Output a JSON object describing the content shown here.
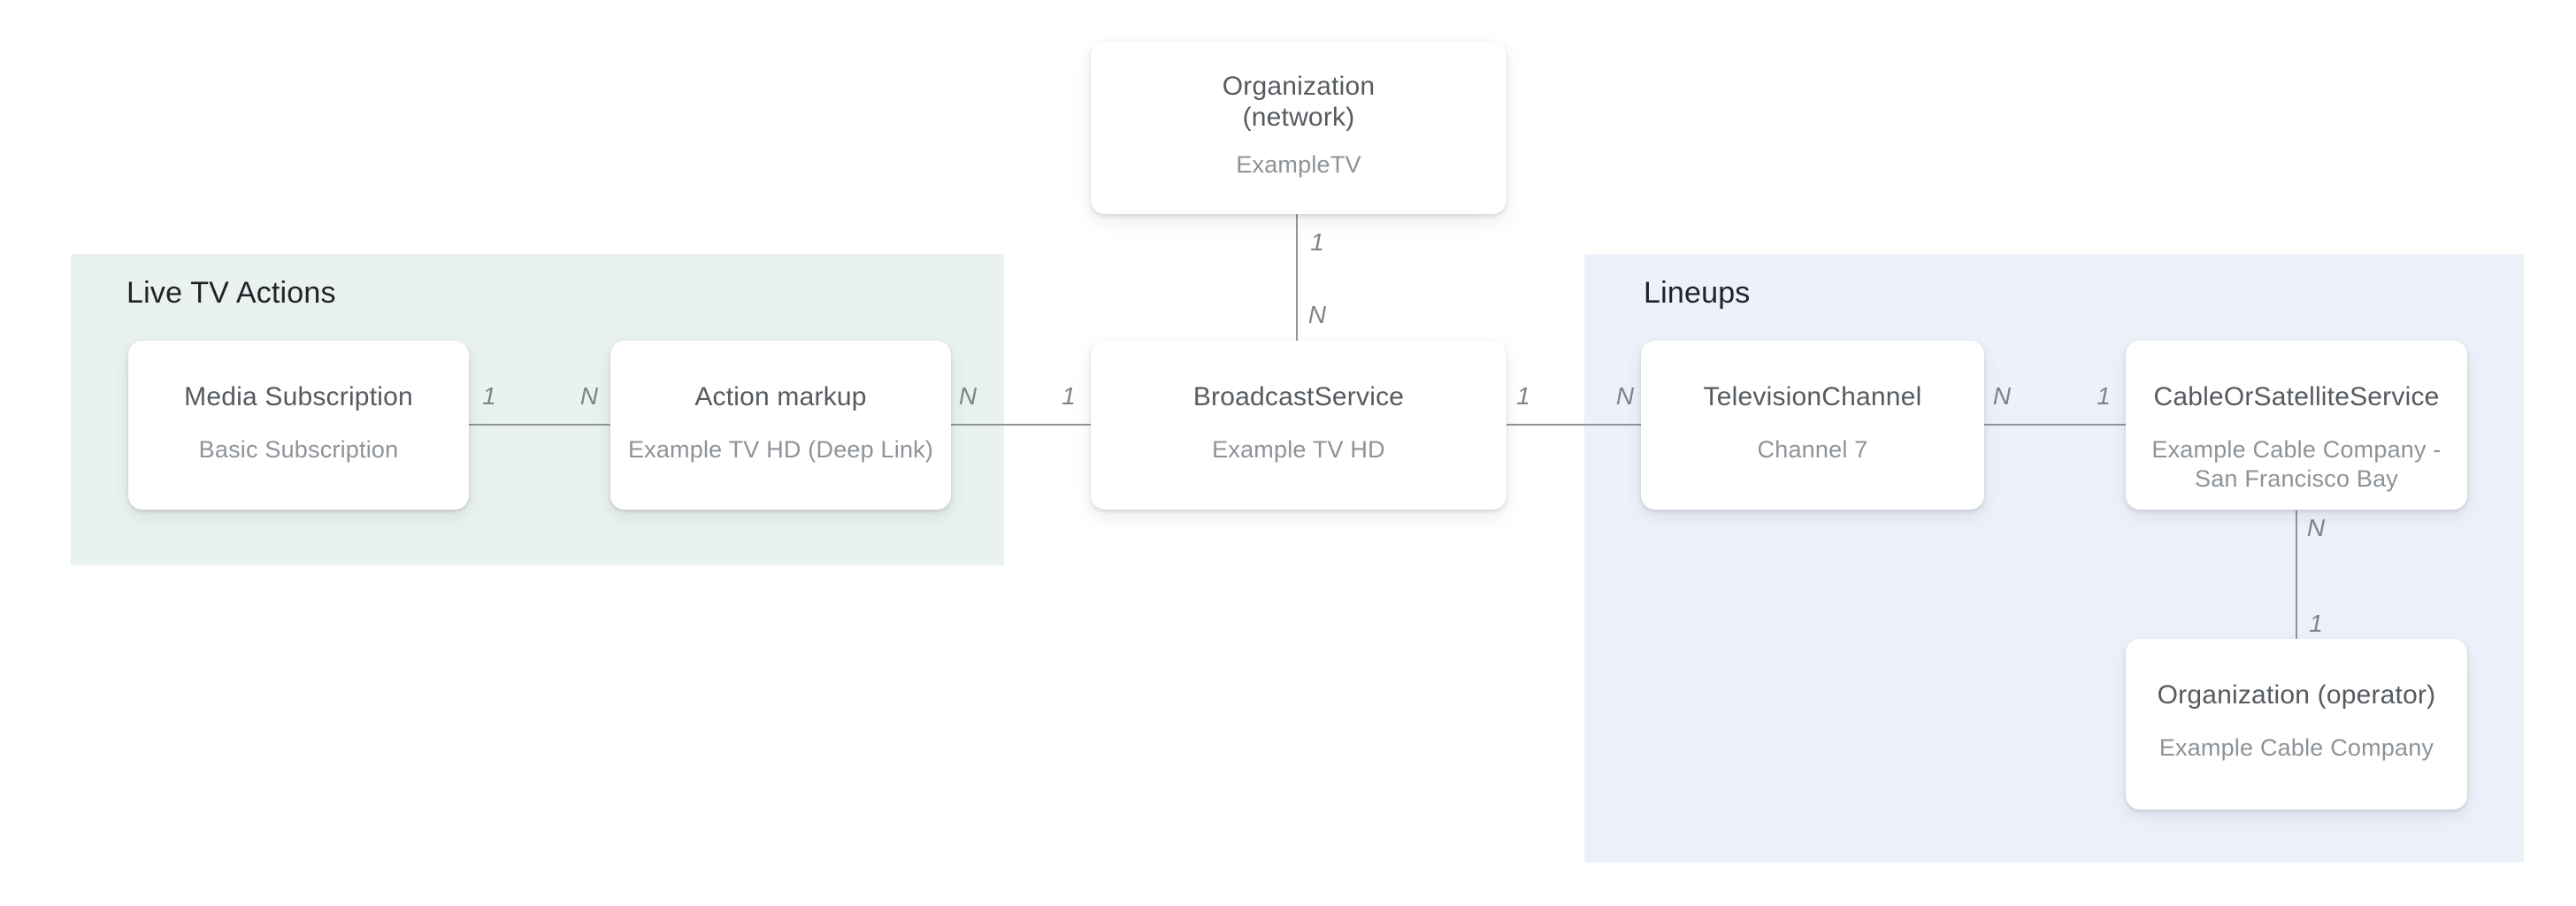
{
  "groups": [
    {
      "label": "Live TV Actions",
      "color": "#e9f2ee"
    },
    {
      "label": "Lineups",
      "color": "#edf1fa"
    }
  ],
  "nodes": [
    {
      "title": "Organization\n(network)",
      "subtitle": "ExampleTV"
    },
    {
      "title": "Media Subscription",
      "subtitle": "Basic Subscription"
    },
    {
      "title": "Action markup",
      "subtitle": "Example TV HD (Deep Link)"
    },
    {
      "title": "BroadcastService",
      "subtitle": "Example TV HD"
    },
    {
      "title": "TelevisionChannel",
      "subtitle": "Channel 7"
    },
    {
      "title": "CableOrSatelliteService",
      "subtitle": "Example Cable Company -\nSan Francisco Bay"
    },
    {
      "title": "Organization (operator)",
      "subtitle": "Example Cable Company"
    }
  ],
  "edges": [
    {
      "start_label": "1",
      "end_label": "N"
    },
    {
      "start_label": "1",
      "end_label": "N"
    },
    {
      "start_label": "N",
      "end_label": "1"
    },
    {
      "start_label": "1",
      "end_label": "N"
    },
    {
      "start_label": "N",
      "end_label": "1"
    },
    {
      "start_label": "N",
      "end_label": "1"
    }
  ],
  "colors": {
    "background": "#ffffff",
    "group_live_tv_actions": "#e9f2ee",
    "group_lineups": "#edf1fa",
    "card_background": "#ffffff",
    "card_title": "#565b60",
    "card_subtitle": "#8d9398",
    "group_heading": "#1f2328",
    "connector": "#8f959a",
    "cardinality_label": "#7d8489"
  }
}
